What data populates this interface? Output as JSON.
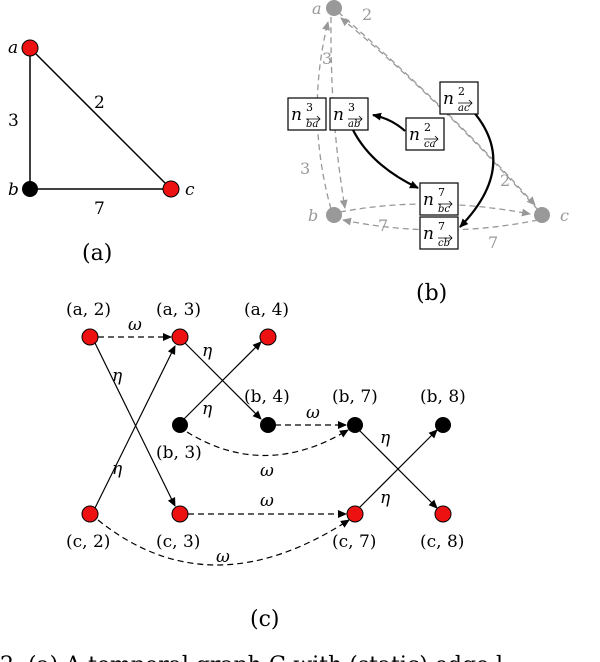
{
  "panel_a": {
    "caption": "(a)",
    "nodes": {
      "a": "a",
      "b": "b",
      "c": "c"
    },
    "edges": {
      "ab": "3",
      "ac": "2",
      "bc": "7"
    }
  },
  "panel_b": {
    "caption": "(b)",
    "nodes": {
      "a": "a",
      "b": "b",
      "c": "c"
    },
    "weights": {
      "ab": "3",
      "ba": "3",
      "ac": "2",
      "ca": "2",
      "bc": "7",
      "cb": "7"
    },
    "boxes": {
      "n_ba": {
        "base": "n",
        "sup": "3",
        "sub": "ba"
      },
      "n_ab": {
        "base": "n",
        "sup": "3",
        "sub": "ab"
      },
      "n_ac": {
        "base": "n",
        "sup": "2",
        "sub": "ac"
      },
      "n_ca": {
        "base": "n",
        "sup": "2",
        "sub": "ca"
      },
      "n_bc": {
        "base": "n",
        "sup": "7",
        "sub": "bc"
      },
      "n_cb": {
        "base": "n",
        "sup": "7",
        "sub": "cb"
      }
    }
  },
  "panel_c": {
    "caption": "(c)",
    "nodes": {
      "a2": "(a, 2)",
      "a3": "(a, 3)",
      "a4": "(a, 4)",
      "b3": "(b, 3)",
      "b4": "(b, 4)",
      "b7": "(b, 7)",
      "b8": "(b, 8)",
      "c2": "(c, 2)",
      "c3": "(c, 3)",
      "c7": "(c, 7)",
      "c8": "(c, 8)"
    },
    "edge_labels": {
      "omega": "ω",
      "eta": "η"
    }
  },
  "figure_caption": "2. (a) A temporal graph G with (static) edge l",
  "colors": {
    "red": "#ee1111",
    "black": "#000000",
    "gray": "#999999"
  }
}
